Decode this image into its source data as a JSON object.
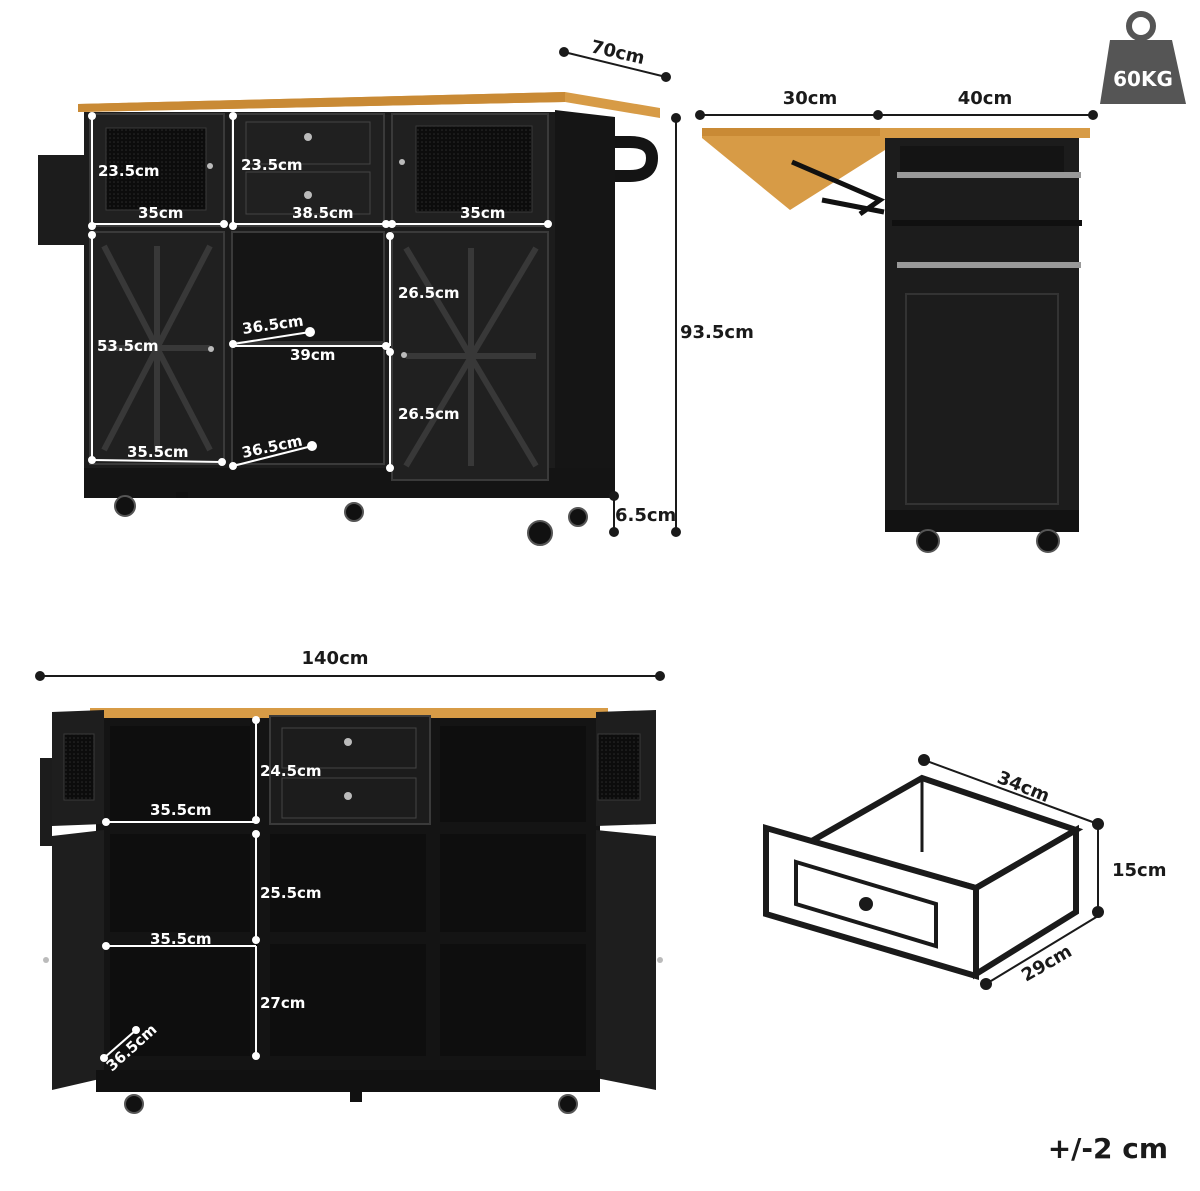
{
  "colors": {
    "cabinet": "#1c1c1c",
    "cabinet_dark": "#101010",
    "panel_line": "#3a3a3a",
    "wood_top": "#d79b46",
    "wood_edge": "#b9782a",
    "dim_line": "#1a1a1a",
    "dim_line_white": "#ffffff",
    "weight_icon": "#555555"
  },
  "weight_badge": {
    "icon": "weight-icon",
    "label": "60KG"
  },
  "tolerance": "+/-2 cm",
  "front_view": {
    "depth": "70cm",
    "total_height": "93.5cm",
    "wheel_height": "6.5cm",
    "top_left_cabinet_height": "23.5cm",
    "top_left_cabinet_width": "35cm",
    "drawer_height": "23.5cm",
    "drawer_width": "38.5cm",
    "top_right_cabinet_width": "35cm",
    "lower_left_cabinet_height": "53.5cm",
    "lower_left_cabinet_width": "35.5cm",
    "shelf_depth_upper": "36.5cm",
    "shelf_width": "39cm",
    "shelf_depth_lower": "36.5cm",
    "right_upper_height": "26.5cm",
    "right_lower_height": "26.5cm"
  },
  "side_view": {
    "drop_leaf_width": "30cm",
    "body_depth": "40cm"
  },
  "open_view": {
    "total_width": "140cm",
    "drawer_section_height": "24.5cm",
    "top_shelf_width": "35.5cm",
    "middle_section_height": "25.5cm",
    "middle_shelf_width": "35.5cm",
    "bottom_section_height": "27cm",
    "bottom_depth": "36.5cm"
  },
  "drawer_view": {
    "length": "34cm",
    "height": "15cm",
    "width": "29cm"
  }
}
